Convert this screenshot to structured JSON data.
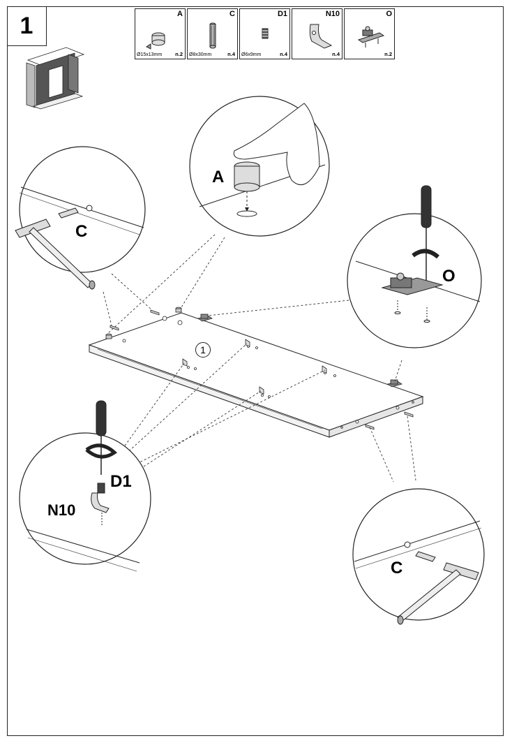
{
  "step": {
    "number": "1"
  },
  "parts": [
    {
      "code": "A",
      "dimension": "Ø15x13mm",
      "quantity": "n.2"
    },
    {
      "code": "C",
      "dimension": "Ø8x30mm",
      "quantity": "n.4"
    },
    {
      "code": "D1",
      "dimension": "Ø6x9mm",
      "quantity": "n.4"
    },
    {
      "code": "N10",
      "dimension": "",
      "quantity": "n.4"
    },
    {
      "code": "O",
      "dimension": "",
      "quantity": "n.2"
    }
  ],
  "callouts": {
    "cam_lock": "A",
    "dowel_top": "C",
    "hinge": "O",
    "screw": "D1",
    "shelf_support": "N10",
    "dowel_bottom": "C"
  },
  "panel_number": "1"
}
